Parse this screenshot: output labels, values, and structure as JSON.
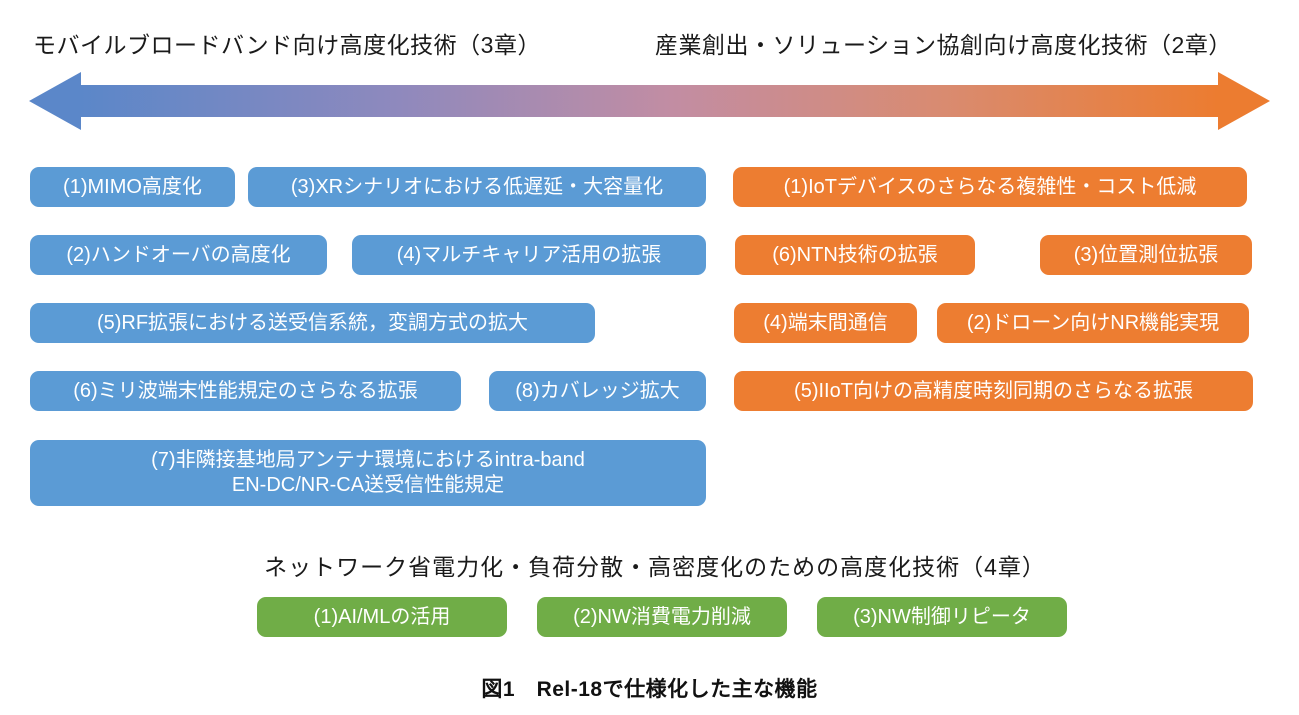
{
  "figure": {
    "caption": "図1　Rel-18で仕様化した主な機能"
  },
  "arrow": {
    "gradient_left_color": "#5b87c9",
    "gradient_mid_color": "#c28da3",
    "gradient_right_color": "#ec7c30"
  },
  "colors": {
    "mbb_blue": "#5b9bd5",
    "industry_orange": "#ed7d31",
    "network_green": "#70ad47"
  },
  "sections": {
    "mbb": {
      "title": "モバイルブロードバンド向け高度化技術（3章）",
      "boxes": [
        {
          "label": "(1)MIMO高度化"
        },
        {
          "label": "(3)XRシナリオにおける低遅延・大容量化"
        },
        {
          "label": "(2)ハンドオーバの高度化"
        },
        {
          "label": "(4)マルチキャリア活用の拡張"
        },
        {
          "label": "(5)RF拡張における送受信系統，変調方式の拡大"
        },
        {
          "label": "(6)ミリ波端末性能規定のさらなる拡張"
        },
        {
          "label": "(8)カバレッジ拡大"
        },
        {
          "label": "(7)非隣接基地局アンテナ環境におけるintra-band\nEN-DC/NR-CA送受信性能規定"
        }
      ]
    },
    "industry": {
      "title": "産業創出・ソリューション協創向け高度化技術（2章）",
      "boxes": [
        {
          "label": "(1)IoTデバイスのさらなる複雑性・コスト低減"
        },
        {
          "label": "(6)NTN技術の拡張"
        },
        {
          "label": "(3)位置測位拡張"
        },
        {
          "label": "(4)端末間通信"
        },
        {
          "label": "(2)ドローン向けNR機能実現"
        },
        {
          "label": "(5)IIoT向けの高精度時刻同期のさらなる拡張"
        }
      ]
    },
    "network": {
      "title": "ネットワーク省電力化・負荷分散・高密度化のための高度化技術（4章）",
      "boxes": [
        {
          "label": "(1)AI/MLの活用"
        },
        {
          "label": "(2)NW消費電力削減"
        },
        {
          "label": "(3)NW制御リピータ"
        }
      ]
    }
  }
}
